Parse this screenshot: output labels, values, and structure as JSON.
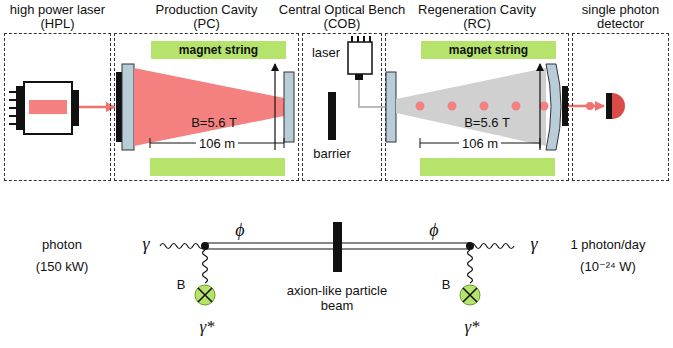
{
  "diagram": {
    "nodes": [
      {
        "text": [
          "high power laser (HPL)"
        ]
      },
      {
        "text": [
          "Production Cavity (PC)"
        ]
      },
      {
        "text": [
          "magnet string"
        ],
        "in": 1
      },
      {
        "text": [
          "Central Optical Bench (COB)"
        ]
      },
      {
        "text": [
          "Regeneration Cavity (RC)"
        ]
      },
      {
        "text": [
          "magnet string"
        ],
        "in": 4
      },
      {
        "text": [
          "single photon detector"
        ]
      }
    ],
    "labels": [
      "B=5.6 T",
      "106 m",
      "laser",
      "barrier",
      "B=5.6 T",
      "106 m",
      "γ",
      "photon",
      "(150 kW)",
      "ϕ",
      "ϕ",
      "γ",
      "1 photon/day",
      "(10⁻²⁴ W)",
      "B",
      "γ*",
      "axion-like particle beam",
      "B",
      "γ*"
    ]
  }
}
